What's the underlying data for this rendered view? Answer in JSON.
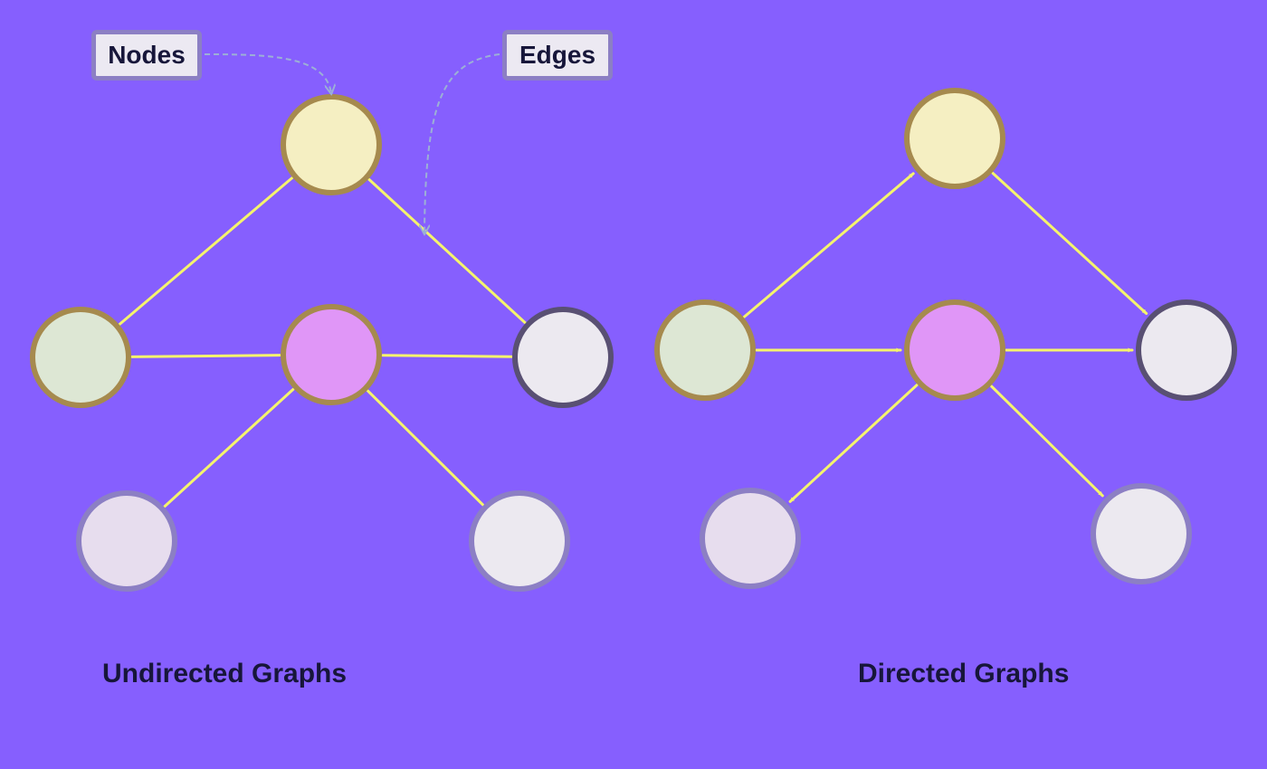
{
  "colors": {
    "background": "#865ffe",
    "edge": "#f5f46c",
    "callout_line": "#9cb0d6",
    "callout_box_fill": "#ece9f2",
    "callout_box_border": "#8c7fc4",
    "text": "#17163a"
  },
  "callouts": {
    "nodes_label": "Nodes",
    "edges_label": "Edges"
  },
  "graphs": [
    {
      "title": "Undirected Graphs",
      "directed": false,
      "nodes": [
        {
          "id": "top",
          "fill": "#f5efc2",
          "stroke": "#a68a4e"
        },
        {
          "id": "left",
          "fill": "#dde7d4",
          "stroke": "#a68a4e"
        },
        {
          "id": "center",
          "fill": "#e096f7",
          "stroke": "#a68a4e"
        },
        {
          "id": "right",
          "fill": "#ece9f0",
          "stroke": "#595073"
        },
        {
          "id": "bottom-left",
          "fill": "#e7ddee",
          "stroke": "#8c7fc4"
        },
        {
          "id": "bottom-right",
          "fill": "#ece9f0",
          "stroke": "#8c7fc4"
        }
      ],
      "edges": [
        {
          "from": "top",
          "to": "left"
        },
        {
          "from": "top",
          "to": "right"
        },
        {
          "from": "left",
          "to": "center"
        },
        {
          "from": "center",
          "to": "right"
        },
        {
          "from": "center",
          "to": "bottom-left"
        },
        {
          "from": "center",
          "to": "bottom-right"
        }
      ]
    },
    {
      "title": "Directed Graphs",
      "directed": true,
      "nodes": [
        {
          "id": "top",
          "fill": "#f5efc2",
          "stroke": "#a68a4e"
        },
        {
          "id": "left",
          "fill": "#dde7d4",
          "stroke": "#a68a4e"
        },
        {
          "id": "center",
          "fill": "#e096f7",
          "stroke": "#a68a4e"
        },
        {
          "id": "right",
          "fill": "#ece9f0",
          "stroke": "#595073"
        },
        {
          "id": "bottom-left",
          "fill": "#e7ddee",
          "stroke": "#8c7fc4"
        },
        {
          "id": "bottom-right",
          "fill": "#ece9f0",
          "stroke": "#8c7fc4"
        }
      ],
      "edges": [
        {
          "from": "left",
          "to": "top"
        },
        {
          "from": "top",
          "to": "right"
        },
        {
          "from": "left",
          "to": "center"
        },
        {
          "from": "center",
          "to": "right"
        },
        {
          "from": "center",
          "to": "bottom-left"
        },
        {
          "from": "center",
          "to": "bottom-right"
        }
      ]
    }
  ]
}
